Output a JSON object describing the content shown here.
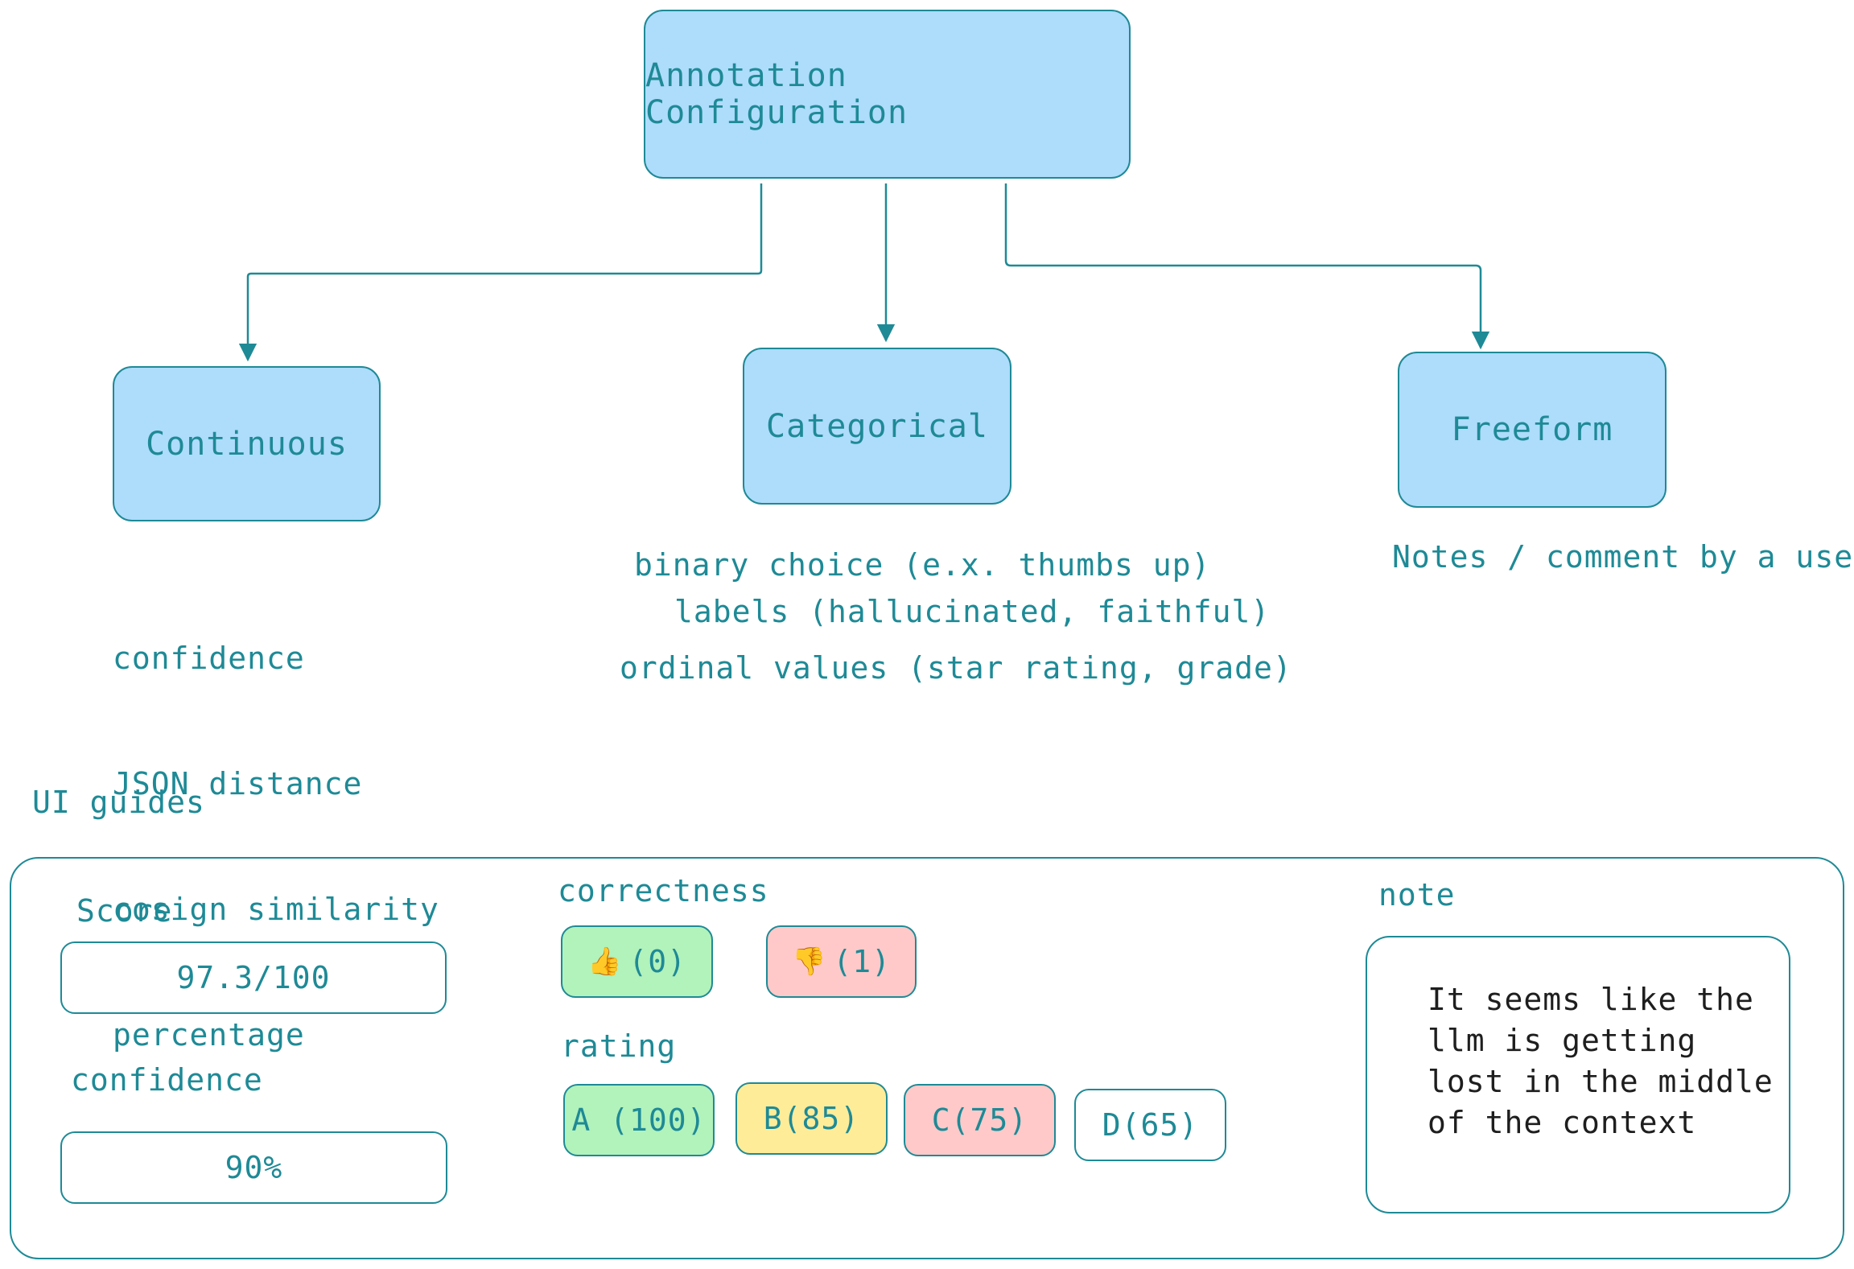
{
  "diagram": {
    "root": {
      "label": "Annotation Configuration"
    },
    "children": [
      {
        "label": "Continuous",
        "notes": [
          "confidence",
          "JSON distance",
          "cosign similarity",
          "percentage"
        ]
      },
      {
        "label": "Categorical",
        "notes": [
          "binary choice (e.x. thumbs up)",
          "labels (hallucinated, faithful)",
          "ordinal values (star rating, grade)"
        ]
      },
      {
        "label": "Freeform",
        "notes": [
          "Notes / comment by a user"
        ]
      }
    ]
  },
  "ui_guides": {
    "title": "UI guides",
    "score": {
      "label": "Score",
      "value": "97.3/100"
    },
    "confidence": {
      "label": "confidence",
      "value": "90%"
    },
    "correctness": {
      "label": "correctness",
      "options": [
        {
          "icon": "thumbs-up-icon",
          "glyph": "👍",
          "text": "(0)",
          "color": "#b2f2bb"
        },
        {
          "icon": "thumbs-down-icon",
          "glyph": "👎",
          "text": "(1)",
          "color": "#ffc9c9"
        }
      ]
    },
    "rating": {
      "label": "rating",
      "options": [
        {
          "text": "A (100)",
          "color": "#b2f2bb"
        },
        {
          "text": "B(85)",
          "color": "#ffec99"
        },
        {
          "text": "C(75)",
          "color": "#ffc9c9"
        },
        {
          "text": "D(65)",
          "color": "#ffffff"
        }
      ]
    },
    "note": {
      "label": "note",
      "value": "It seems like the llm is getting lost in the middle of the context"
    }
  },
  "colors": {
    "stroke": "#1e8a96",
    "node_fill": "#aedcfb",
    "green": "#b2f2bb",
    "yellow": "#ffec99",
    "red": "#ffc9c9",
    "note_text": "#1e1e1e"
  }
}
